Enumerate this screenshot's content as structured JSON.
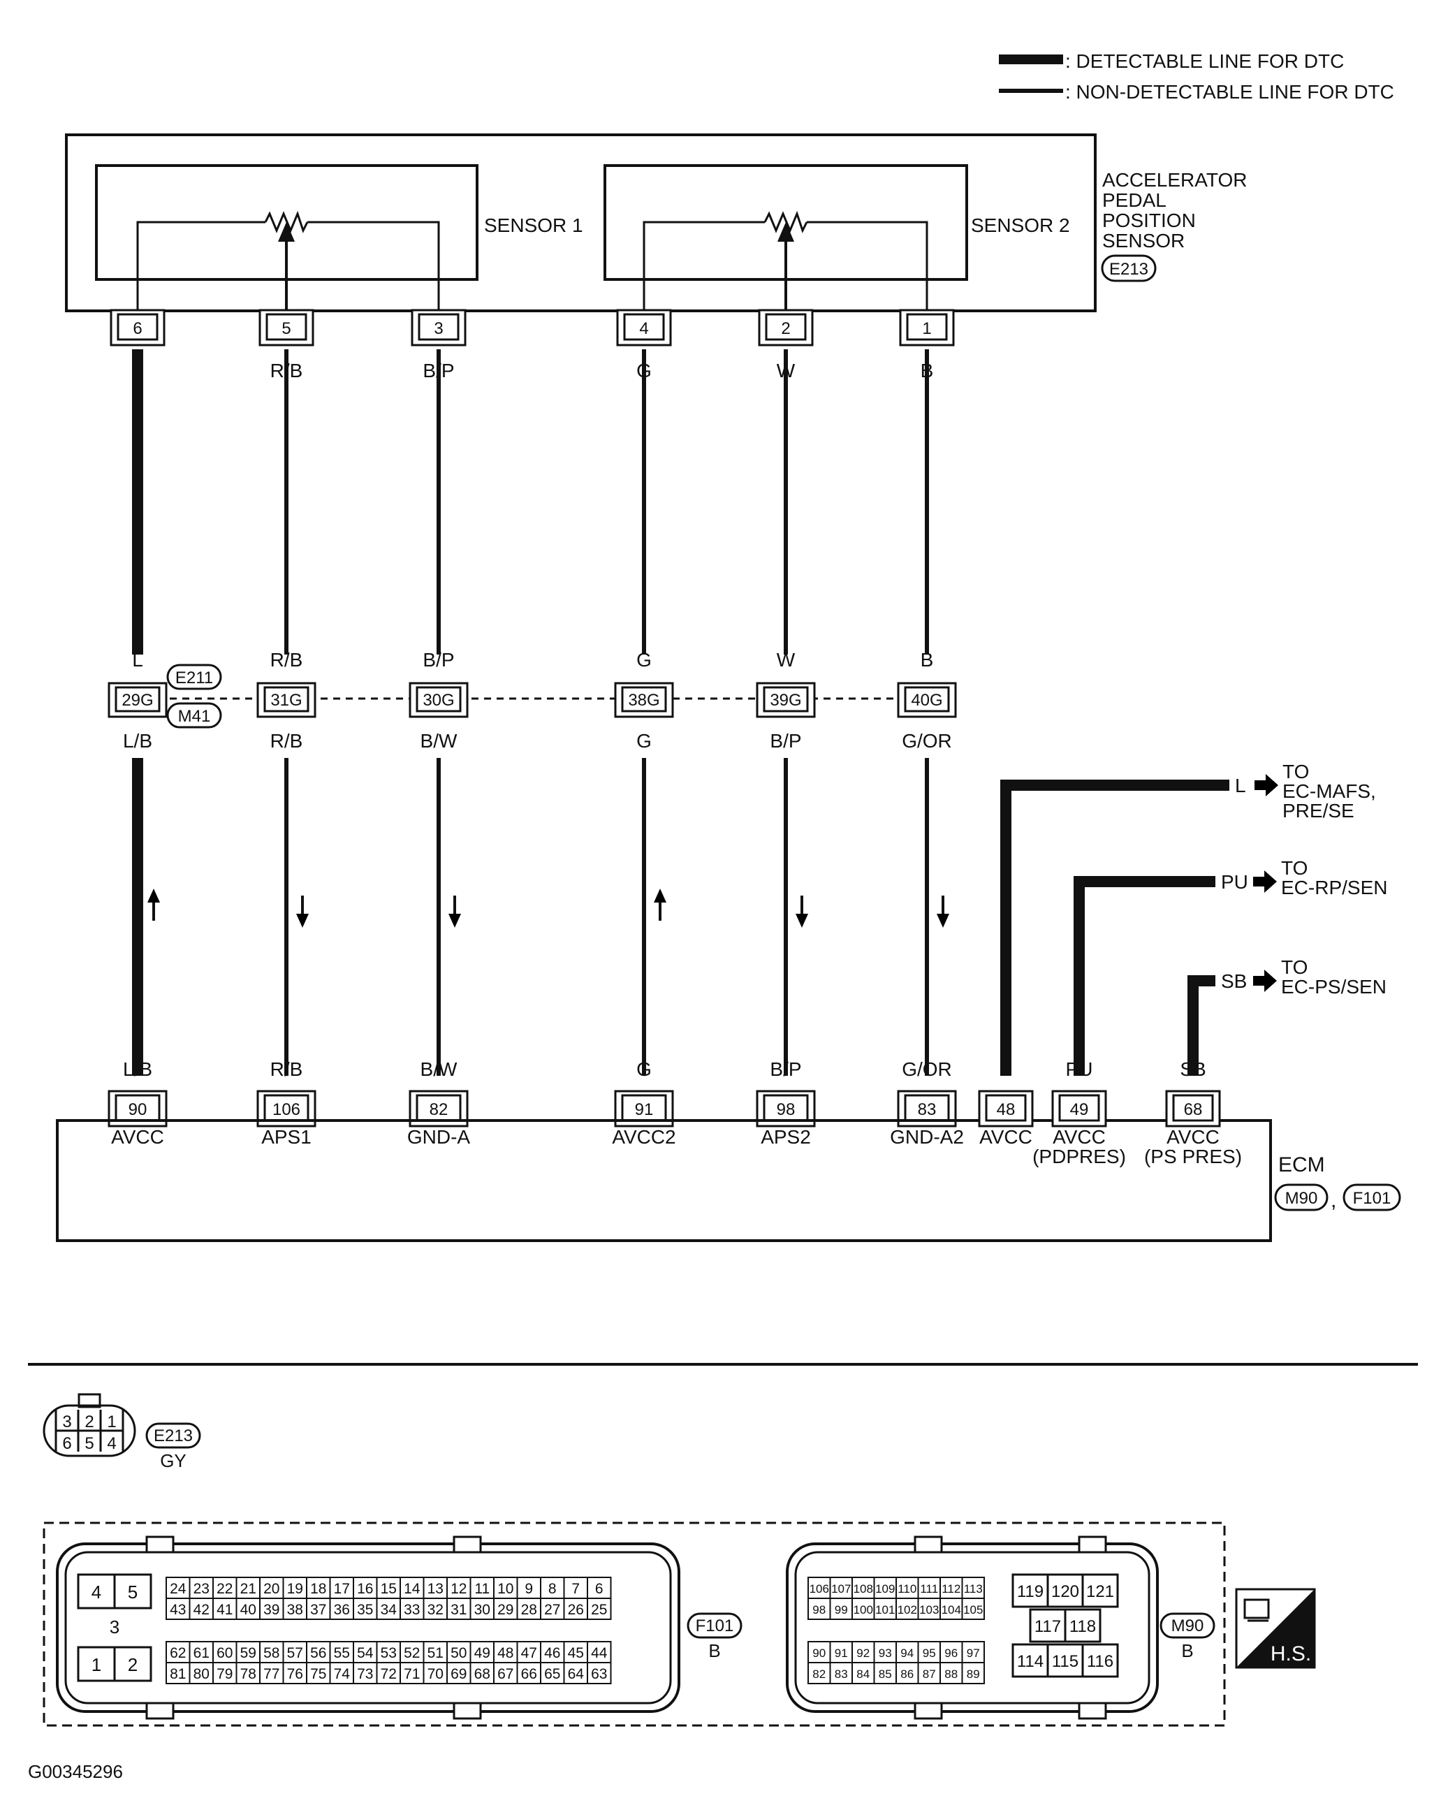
{
  "legend": {
    "detectable": ": DETECTABLE LINE FOR DTC",
    "non_detectable": ": NON-DETECTABLE LINE FOR DTC"
  },
  "sensor": {
    "title_lines": [
      "ACCELERATOR",
      "PEDAL",
      "POSITION",
      "SENSOR"
    ],
    "connector": "E213",
    "sensor1": "SENSOR 1",
    "sensor2": "SENSOR 2"
  },
  "joint": {
    "connector_top": "E211",
    "connector_bottom": "M41"
  },
  "wires": [
    {
      "sensor_pin": "6",
      "top_color": "L",
      "joint_pin": "29G",
      "bottom_color": "L/B",
      "ecm_pin": "90",
      "ecm_label": "AVCC",
      "arrow": "up",
      "thick": true
    },
    {
      "sensor_pin": "5",
      "top_color": "R/B",
      "joint_pin": "31G",
      "bottom_color": "R/B",
      "ecm_pin": "106",
      "ecm_label": "APS1",
      "arrow": "down",
      "thick": false
    },
    {
      "sensor_pin": "3",
      "top_color": "B/P",
      "joint_pin": "30G",
      "bottom_color": "B/W",
      "ecm_pin": "82",
      "ecm_label": "GND-A",
      "arrow": "down",
      "thick": false
    },
    {
      "sensor_pin": "4",
      "top_color": "G",
      "joint_pin": "38G",
      "bottom_color": "G",
      "ecm_pin": "91",
      "ecm_label": "AVCC2",
      "arrow": "up",
      "thick": false
    },
    {
      "sensor_pin": "2",
      "top_color": "W",
      "joint_pin": "39G",
      "bottom_color": "B/P",
      "ecm_pin": "98",
      "ecm_label": "APS2",
      "arrow": "down",
      "thick": false
    },
    {
      "sensor_pin": "1",
      "top_color": "B",
      "joint_pin": "40G",
      "bottom_color": "G/OR",
      "ecm_pin": "83",
      "ecm_label": "GND-A2",
      "arrow": "down",
      "thick": false
    }
  ],
  "branches": [
    {
      "color": "L",
      "ecm_pin": "48",
      "label_lines": [
        "AVCC"
      ],
      "dest_to": "TO",
      "dest_lines": [
        "EC-MAFS,",
        "PRE/SE"
      ]
    },
    {
      "color": "PU",
      "ecm_pin": "49",
      "label_lines": [
        "AVCC",
        "(PDPRES)"
      ],
      "dest_to": "TO",
      "dest_lines": [
        "EC-RP/SEN"
      ]
    },
    {
      "color": "SB",
      "ecm_pin": "68",
      "label_lines": [
        "AVCC",
        "(PS PRES)"
      ],
      "dest_to": "TO",
      "dest_lines": [
        "EC-PS/SEN"
      ]
    }
  ],
  "ecm": {
    "title": "ECM",
    "connector_a": "M90",
    "separator": ",",
    "connector_b": "F101"
  },
  "e213_face": {
    "top_row": [
      "3",
      "2",
      "1"
    ],
    "bottom_row": [
      "6",
      "5",
      "4"
    ],
    "id": "E213",
    "color": "GY"
  },
  "f101_face": {
    "id": "F101",
    "color": "B",
    "big_cells": [
      "4",
      "5",
      "3",
      "1",
      "2"
    ],
    "row1": [
      "24",
      "23",
      "22",
      "21",
      "20",
      "19",
      "18",
      "17",
      "16",
      "15",
      "14",
      "13",
      "12",
      "11",
      "10",
      "9",
      "8",
      "7",
      "6"
    ],
    "row2": [
      "43",
      "42",
      "41",
      "40",
      "39",
      "38",
      "37",
      "36",
      "35",
      "34",
      "33",
      "32",
      "31",
      "30",
      "29",
      "28",
      "27",
      "26",
      "25"
    ],
    "row3": [
      "62",
      "61",
      "60",
      "59",
      "58",
      "57",
      "56",
      "55",
      "54",
      "53",
      "52",
      "51",
      "50",
      "49",
      "48",
      "47",
      "46",
      "45",
      "44"
    ],
    "row4": [
      "81",
      "80",
      "79",
      "78",
      "77",
      "76",
      "75",
      "74",
      "73",
      "72",
      "71",
      "70",
      "69",
      "68",
      "67",
      "66",
      "65",
      "64",
      "63"
    ]
  },
  "m90_face": {
    "id": "M90",
    "color": "B",
    "row1": [
      "106",
      "107",
      "108",
      "109",
      "110",
      "111",
      "112",
      "113"
    ],
    "row2": [
      "98",
      "99",
      "100",
      "101",
      "102",
      "103",
      "104",
      "105"
    ],
    "row3": [
      "90",
      "91",
      "92",
      "93",
      "94",
      "95",
      "96",
      "97"
    ],
    "row4": [
      "82",
      "83",
      "84",
      "85",
      "86",
      "87",
      "88",
      "89"
    ],
    "big_top": [
      "119",
      "120",
      "121"
    ],
    "big_mid": [
      "117",
      "118"
    ],
    "big_bottom": [
      "114",
      "115",
      "116"
    ]
  },
  "hs_badge": "H.S.",
  "figure_id": "G00345296"
}
